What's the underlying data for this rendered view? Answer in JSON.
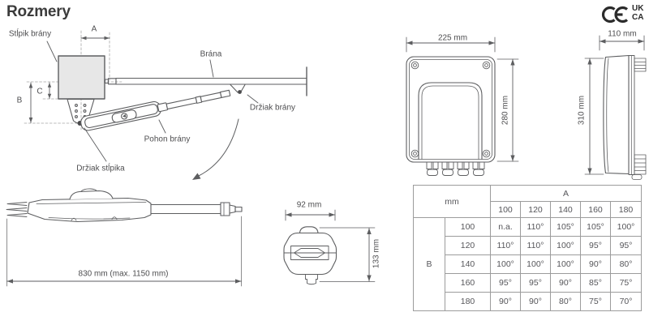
{
  "title": "Rozmery",
  "marks": {
    "ce": "CE",
    "ukca": [
      "UK",
      "CA"
    ]
  },
  "installation_diagram": {
    "labels": {
      "gate_post": "Stĺpik brány",
      "gate": "Brána",
      "gate_bracket": "Držiak brány",
      "gate_drive": "Pohon brány",
      "post_bracket": "Držiak stĺpika"
    },
    "dimensions": {
      "a": "A",
      "b": "B",
      "c": "C"
    }
  },
  "control_box_front": {
    "width": "225 mm",
    "height": "280 mm"
  },
  "control_box_side": {
    "width": "110 mm",
    "height": "310 mm"
  },
  "actuator_top_view": {
    "length": "830 mm (max. 1150 mm)"
  },
  "actuator_cross_section": {
    "width": "92 mm",
    "height": "133 mm"
  },
  "chart_data": {
    "type": "table",
    "unit_label": "mm",
    "col_group_label": "A",
    "row_group_label": "B",
    "col_headers": [
      "100",
      "120",
      "140",
      "160",
      "180"
    ],
    "row_headers": [
      "100",
      "120",
      "140",
      "160",
      "180"
    ],
    "rows": [
      [
        "n.a.",
        "110°",
        "105°",
        "105°",
        "100°"
      ],
      [
        "110°",
        "110°",
        "100°",
        "95°",
        "95°"
      ],
      [
        "100°",
        "100°",
        "100°",
        "90°",
        "80°"
      ],
      [
        "95°",
        "95°",
        "90°",
        "85°",
        "75°"
      ],
      [
        "90°",
        "90°",
        "80°",
        "75°",
        "70°"
      ]
    ]
  },
  "colors": {
    "line": "#5d5e60",
    "fill_light": "#e7e7e7",
    "text": "#4e4e50",
    "table_border": "#9c9c9c",
    "title": "#3b3b3b"
  }
}
